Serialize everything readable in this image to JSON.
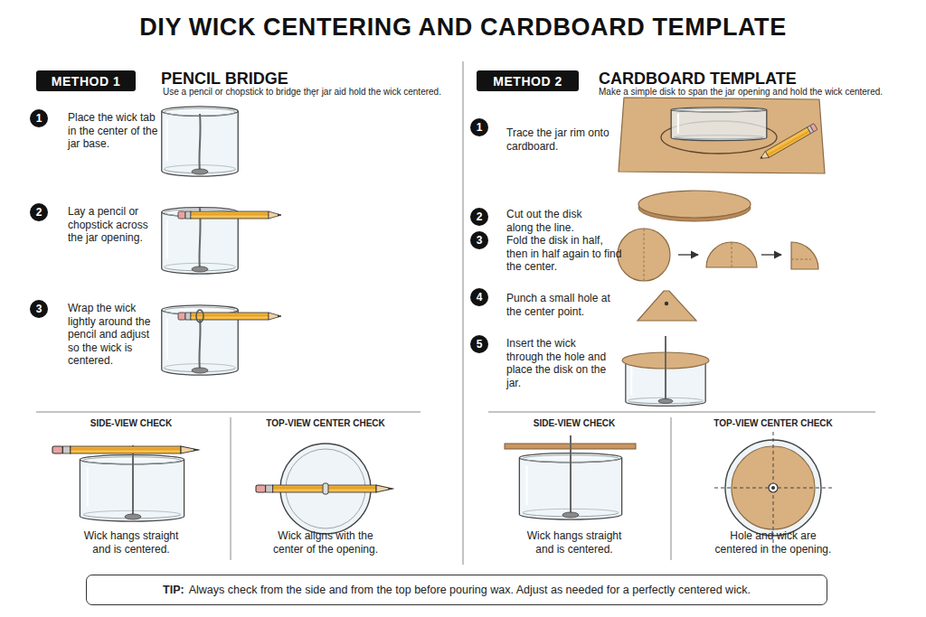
{
  "diagram": {
    "title": "DIY WICK CENTERING AND CARDBOARD TEMPLATE",
    "nodes": [
      {
        "text": [
          "METHOD 1"
        ]
      },
      {
        "text": [
          "1"
        ]
      },
      {
        "text": [
          "2"
        ]
      },
      {
        "text": [
          "3"
        ]
      },
      {
        "text": [
          "METHOD 2"
        ]
      },
      {
        "text": [
          "1"
        ]
      },
      {
        "text": [
          "2"
        ]
      },
      {
        "text": [
          "3"
        ]
      },
      {
        "text": [
          "4"
        ]
      },
      {
        "text": [
          "5"
        ]
      },
      {
        "text": [
          "TIP:",
          "Always check from the side and from the top before pouring wax. Adjust as needed for a perfectly centered wick."
        ]
      }
    ],
    "labels": [
      "PENCIL BRIDGE",
      "Use a pencil or chopstick to bridge thęr jar aid hold the wick centered.",
      "Place the wick tab in the center of the jar base.",
      "Lay a pencil or chopstick across the jar opening.",
      "Wrap the wick lightly around the pencil and adjust so the wick is centered.",
      "SIDE-VIEW CHECK",
      "TOP-VIEW CENTER CHECK",
      "Wick hangs straight and is centered.",
      "Wick aligns with the center of the opening.",
      "CARDBOARD TEMPLATE",
      "Make a simple disk to span the jar opening and hold the wick centered.",
      "Trace the jar rim onto cardboard.",
      "Cut out the disk along the line.",
      "Fold the disk in half, then in half again to find the center.",
      "Punch a small hole at the center point.",
      "Insert the wick through the hole and place the disk on the jar.",
      "SIDE-VIEW CHECK",
      "TOP-VIEW CENTER CHECK",
      "Wick hangs straight and is centered.",
      "Hole and wick are centered in the opening."
    ]
  }
}
